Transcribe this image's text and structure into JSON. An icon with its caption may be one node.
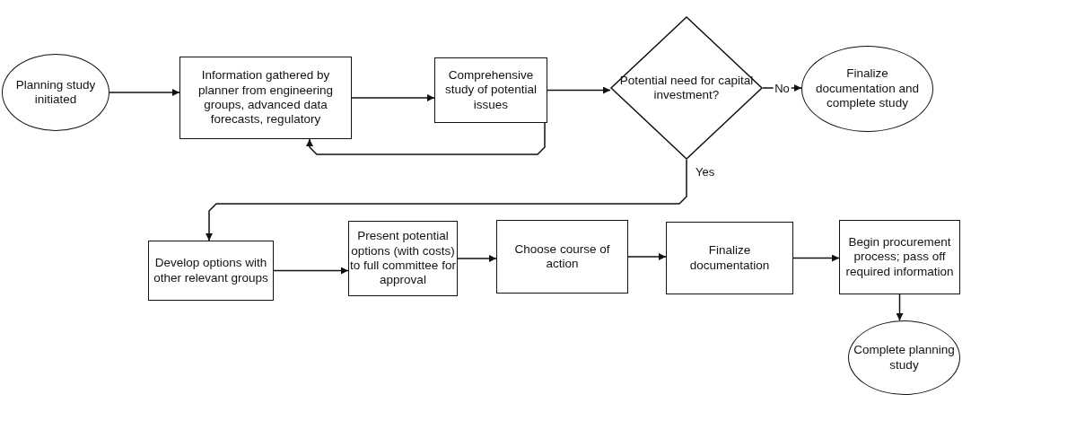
{
  "diagram": {
    "nodes": [
      {
        "text": [
          "Planning study initiated"
        ]
      },
      {
        "text": [
          "Information gathered by planner from engineering groups, advanced data forecasts, regulatory"
        ]
      },
      {
        "text": [
          "Comprehensive study of potential issues"
        ]
      },
      {
        "text": [
          "Potential need for capital investment?"
        ]
      },
      {
        "text": [
          "Finalize documentation and complete study"
        ]
      },
      {
        "text": [
          "Develop options with other relevant groups"
        ]
      },
      {
        "text": [
          "Present potential options (with costs) to full committee for approval"
        ]
      },
      {
        "text": [
          "Choose course of action"
        ]
      },
      {
        "text": [
          "Finalize documentation"
        ]
      },
      {
        "text": [
          "Begin procurement process; pass off required information"
        ]
      },
      {
        "text": [
          "Complete planning study"
        ]
      }
    ],
    "edges": [
      {
        "from": 0,
        "to": 1,
        "arrow": "to"
      },
      {
        "from": 1,
        "to": 2,
        "arrow": "to"
      },
      {
        "from": 2,
        "to": 1,
        "arrow": "to"
      },
      {
        "from": 2,
        "to": 3,
        "arrow": "to"
      },
      {
        "from": 3,
        "to": 4,
        "label": "No",
        "arrow": "to"
      },
      {
        "from": 3,
        "to": 5,
        "label": "Yes",
        "arrow": "to"
      },
      {
        "from": 5,
        "to": 6,
        "arrow": "to"
      },
      {
        "from": 6,
        "to": 7,
        "arrow": "to"
      },
      {
        "from": 7,
        "to": 8,
        "arrow": "to"
      },
      {
        "from": 8,
        "to": 9,
        "arrow": "to"
      },
      {
        "from": 9,
        "to": 10,
        "arrow": "to"
      }
    ]
  }
}
